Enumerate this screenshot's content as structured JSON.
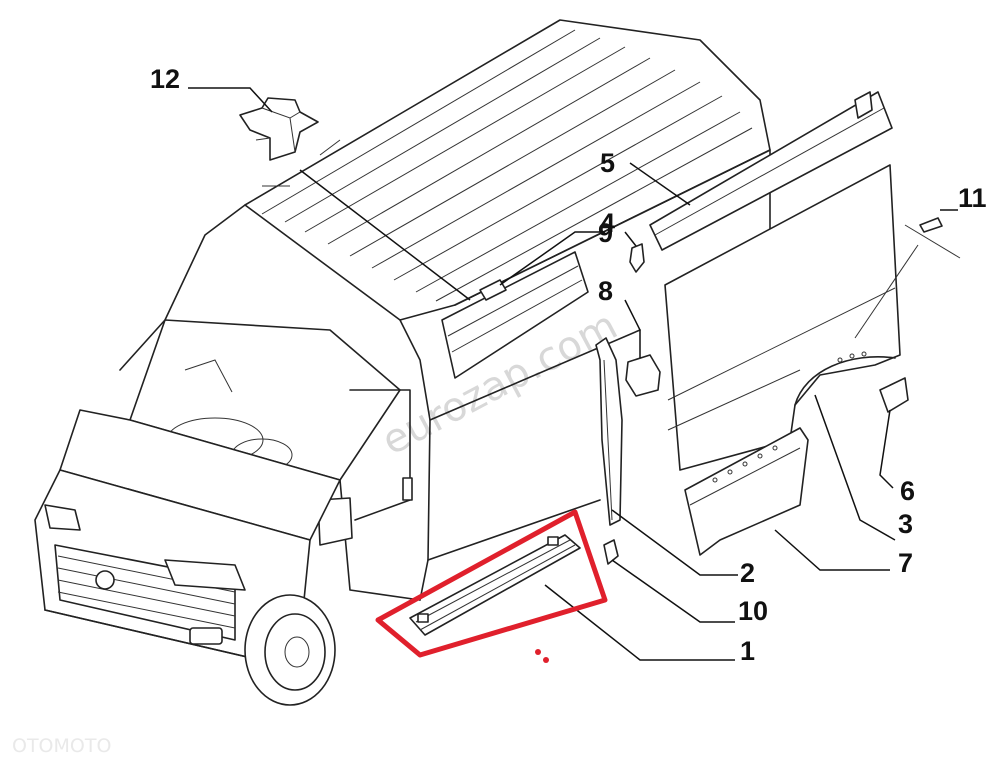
{
  "callouts": {
    "c1": "1",
    "c2": "2",
    "c3": "3",
    "c4": "4",
    "c5": "5",
    "c6": "6",
    "c7": "7",
    "c8": "8",
    "c9": "9",
    "c10": "10",
    "c11": "11",
    "c12": "12"
  },
  "watermark": "eurozap.com",
  "brand": "OTOMOTO",
  "highlight_color": "#e0202c"
}
